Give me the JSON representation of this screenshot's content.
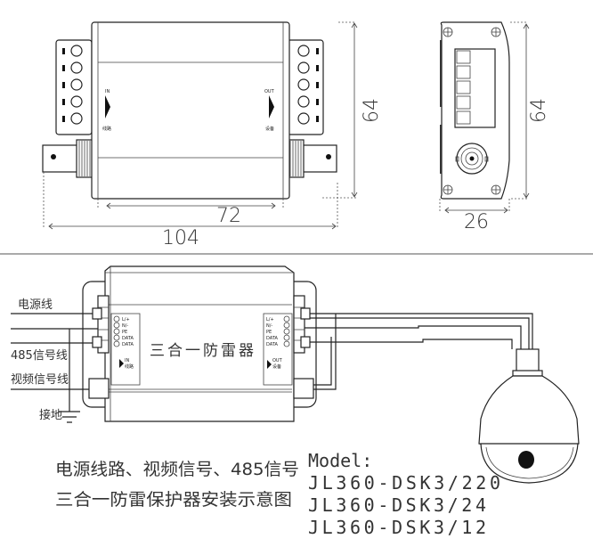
{
  "top_view": {
    "in_label": "IN",
    "in_sub": "线路",
    "out_label": "OUT",
    "out_sub": "设备",
    "dim_height": "64",
    "dim_inner_width": "72",
    "dim_total_width": "104"
  },
  "side_view": {
    "dim_height": "64",
    "dim_width": "26"
  },
  "wiring": {
    "power_line": "电源线",
    "rs485_line": "485信号线",
    "video_line": "视频信号线",
    "ground": "接地",
    "device_name": "三合一防雷器",
    "terminals": [
      "L/+",
      "N/-",
      "PE",
      "DATA",
      "DATA"
    ],
    "in_label": "IN",
    "in_sub": "线路",
    "out_label": "OUT",
    "out_sub": "设备"
  },
  "caption": {
    "line1": "电源线路、视频信号、485信号",
    "line2": "三合一防雷保护器安装示意图"
  },
  "models": {
    "label": "Model:",
    "items": [
      "JL360-DSK3/220",
      "JL360-DSK3/24",
      "JL360-DSK3/12"
    ]
  }
}
